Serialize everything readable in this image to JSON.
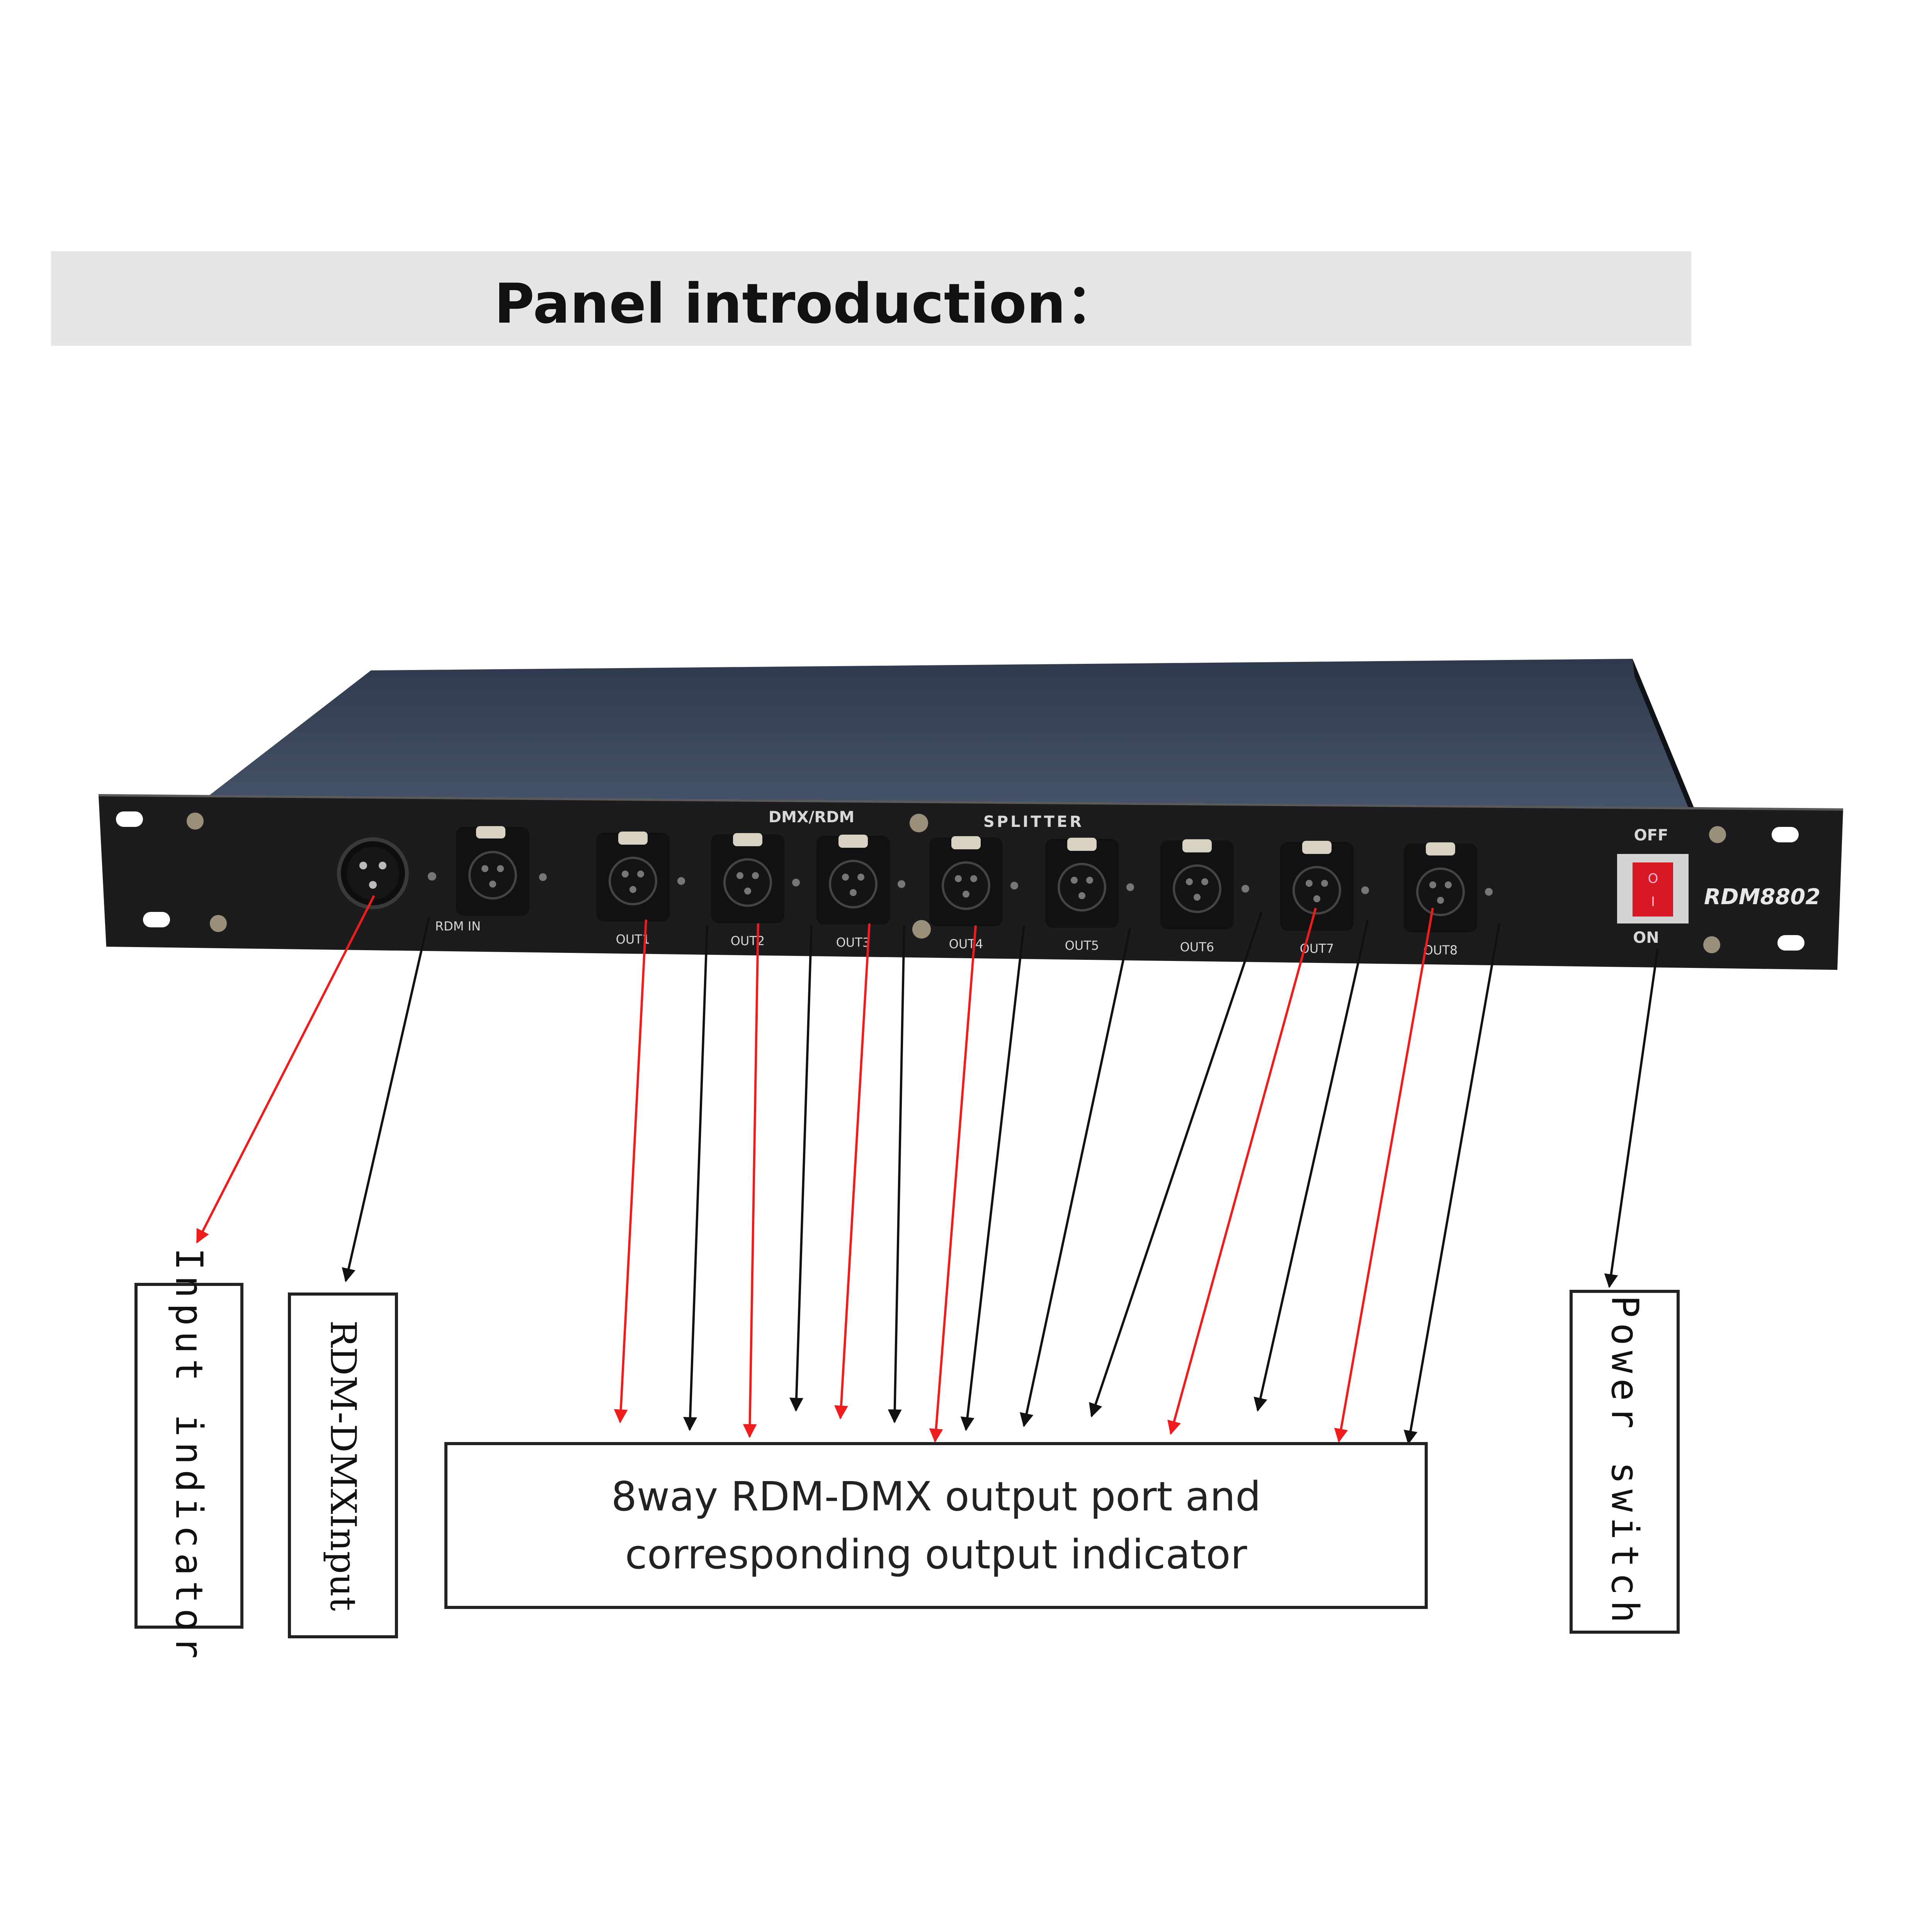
{
  "title": "Panel introduction：",
  "device": {
    "model": "RDM8802",
    "group_label": "DMX/RDM",
    "splitter_label": "SPLITTER",
    "input_label": "RDM IN",
    "outputs": [
      "OUT1",
      "OUT2",
      "OUT3",
      "OUT4",
      "OUT5",
      "OUT6",
      "OUT7",
      "OUT8"
    ],
    "switch_off": "OFF",
    "switch_on": "ON",
    "switch_glyph_off": "O",
    "switch_glyph_on": "I"
  },
  "callouts": {
    "input_indicator": "Input indicator",
    "rdm_dmx_input": "RDM-DMXInput",
    "output_line1": "8way RDM-DMX output port and",
    "output_line2": "corresponding output indicator",
    "power_switch": "Power switch"
  },
  "colors": {
    "indicator_arrow": "#ee1c1c",
    "port_arrow": "#111111",
    "panel": "#1c1c1e",
    "switch": "#d81822"
  }
}
